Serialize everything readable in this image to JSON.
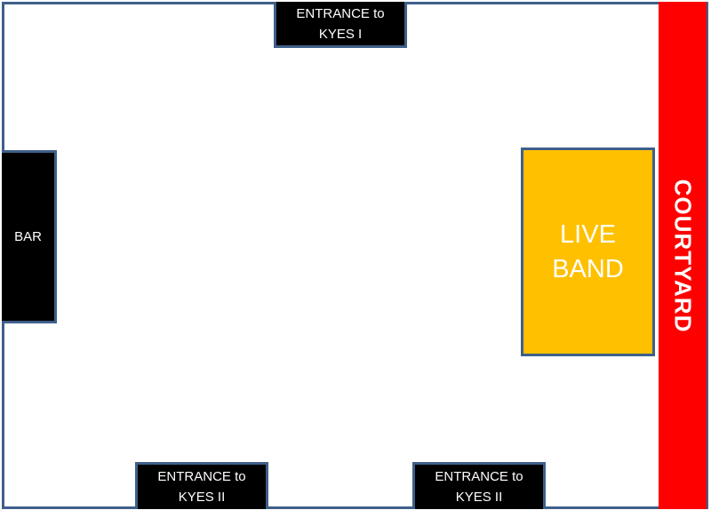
{
  "rooms": {
    "entrance_top": "ENTRANCE to\nKYES I",
    "entrance_bottom_left": "ENTRANCE to\nKYES II",
    "entrance_bottom_right": "ENTRANCE to\nKYES II",
    "bar": "BAR",
    "live_band": "LIVE\nBAND",
    "courtyard": "COURTYARD"
  },
  "colors": {
    "border": "#3f5f8a",
    "block": "#000000",
    "band": "#ffc000",
    "courtyard": "#ff0000"
  }
}
